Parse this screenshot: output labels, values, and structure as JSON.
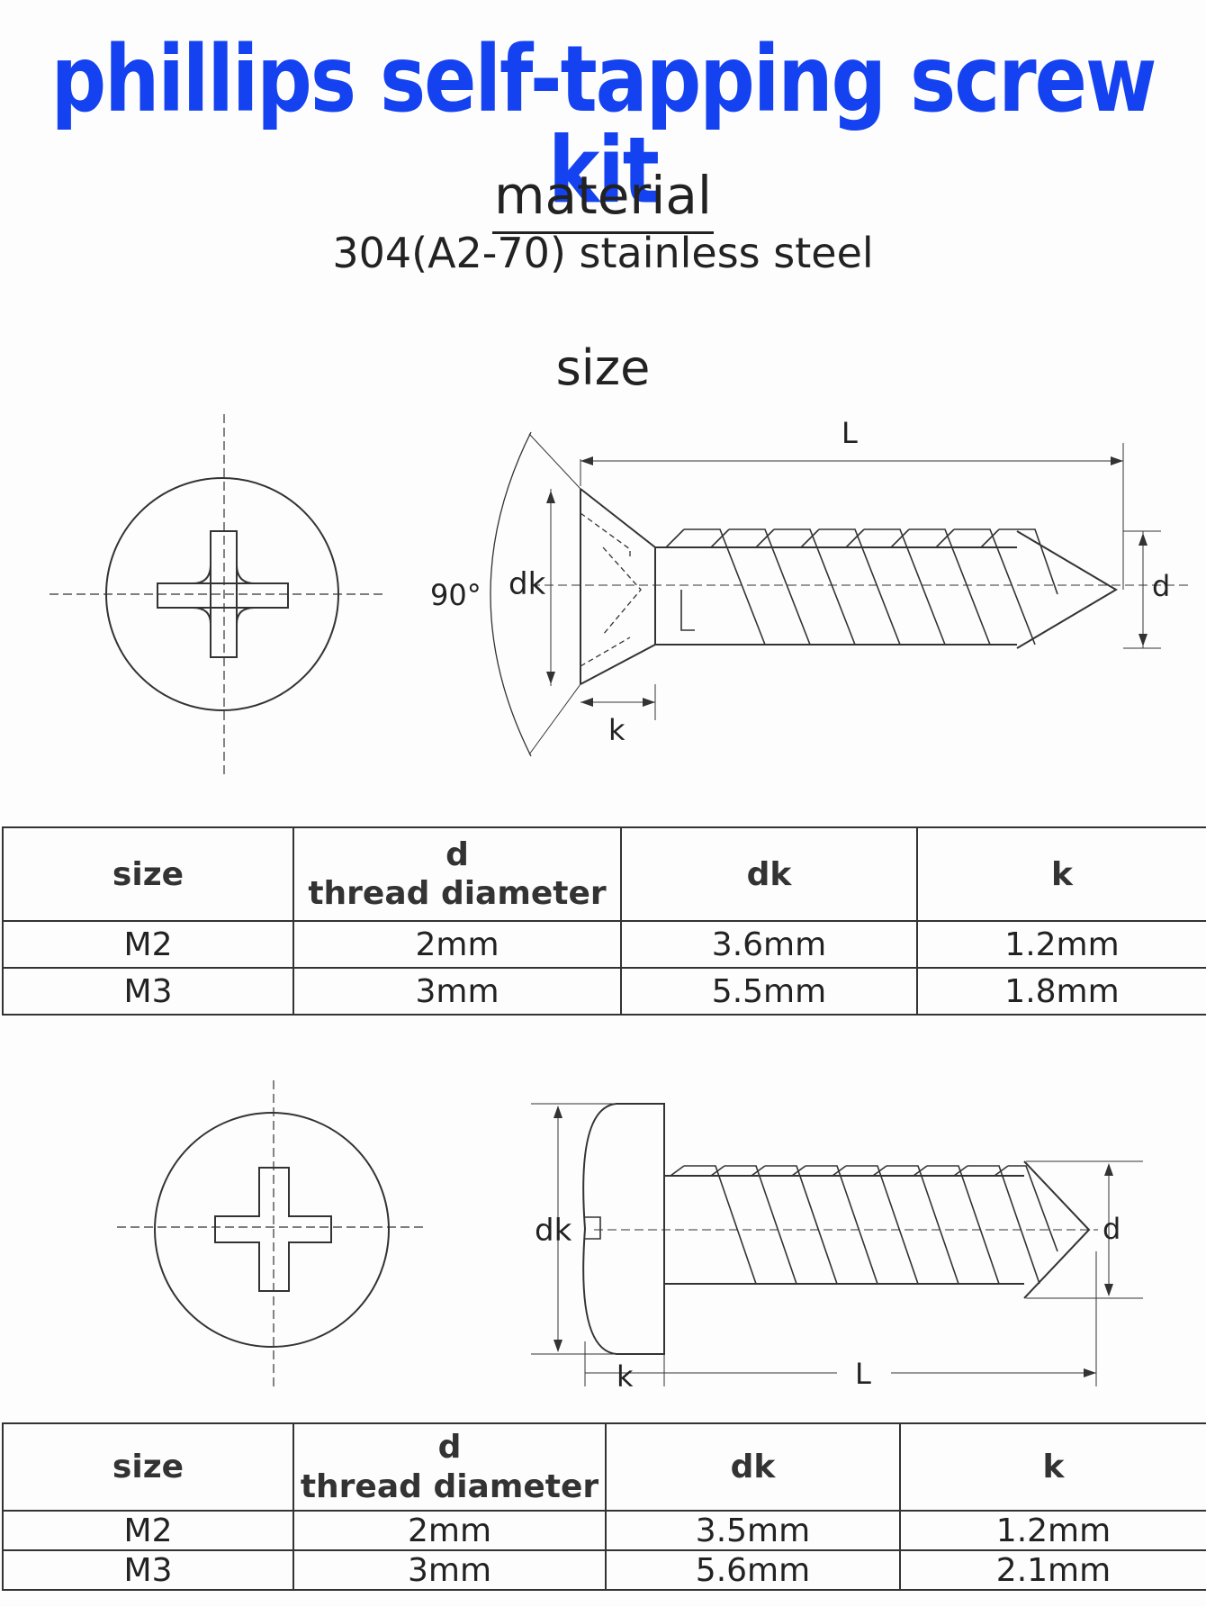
{
  "title": "phillips self-tapping screw kit",
  "material": {
    "heading": "material",
    "value": "304(A2-70) stainless steel"
  },
  "size_heading": "size",
  "diagram1": {
    "angle": "90°",
    "dk": "dk",
    "L": "L",
    "k": "k",
    "d": "d"
  },
  "diagram2": {
    "dk": "dk",
    "L": "L",
    "k": "k",
    "d": "d"
  },
  "table1": {
    "headers": {
      "size": "size",
      "d": "d",
      "d_sub": "thread diameter",
      "dk": "dk",
      "k": "k"
    },
    "rows": [
      {
        "size": "M2",
        "d": "2mm",
        "dk": "3.6mm",
        "k": "1.2mm"
      },
      {
        "size": "M3",
        "d": "3mm",
        "dk": "5.5mm",
        "k": "1.8mm"
      }
    ]
  },
  "table2": {
    "headers": {
      "size": "size",
      "d": "d",
      "d_sub": "thread diameter",
      "dk": "dk",
      "k": "k"
    },
    "rows": [
      {
        "size": "M2",
        "d": "2mm",
        "dk": "3.5mm",
        "k": "1.2mm"
      },
      {
        "size": "M3",
        "d": "3mm",
        "dk": "5.6mm",
        "k": "2.1mm"
      }
    ]
  },
  "colors": {
    "title": "#1442f0",
    "lines": "#333333"
  }
}
